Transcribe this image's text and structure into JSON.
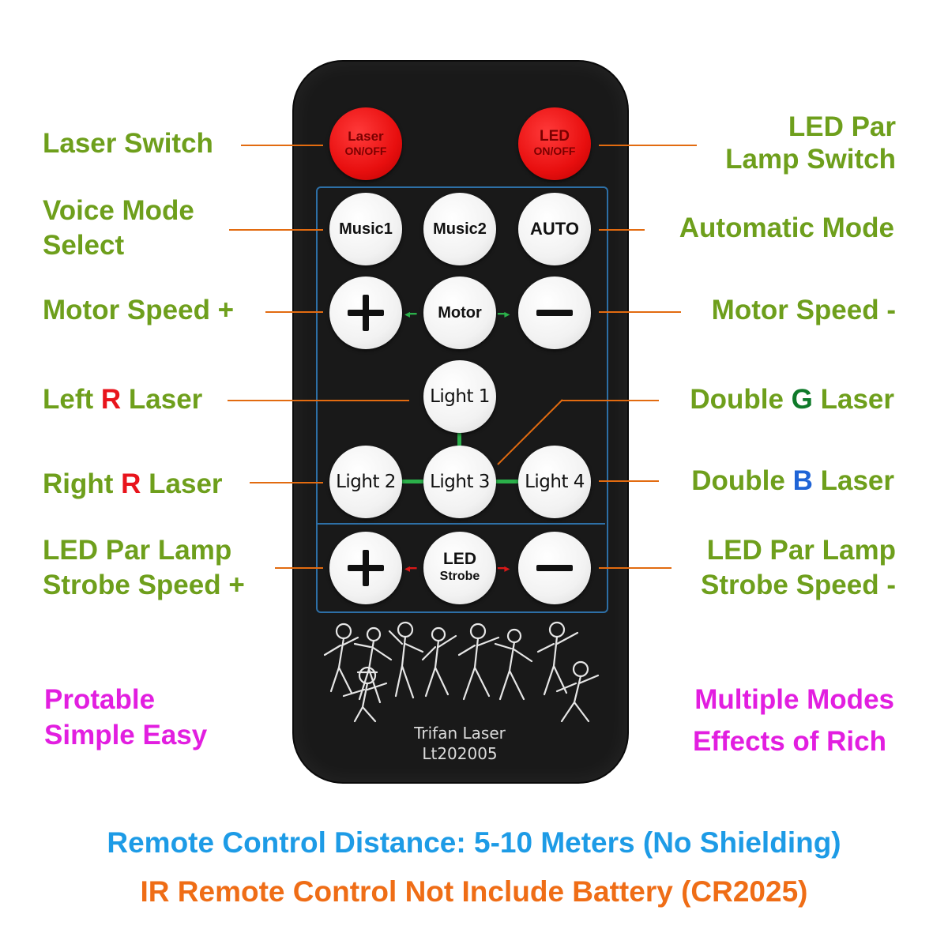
{
  "remote": {
    "buttons": {
      "laser_top": "Laser",
      "laser_bottom": "ON/OFF",
      "led_top": "LED",
      "led_bottom": "ON/OFF",
      "music1": "Music1",
      "music2": "Music2",
      "auto": "AUTO",
      "motor": "Motor",
      "light1": "Light 1",
      "light2": "Light 2",
      "light3": "Light 3",
      "light4": "Light 4",
      "led_strobe_top": "LED",
      "led_strobe_bottom": "Strobe"
    },
    "brand_line1": "Trifan Laser",
    "brand_line2": "Lt202005"
  },
  "labels": {
    "laser_switch": "Laser Switch",
    "led_par_lamp_switch_1": "LED Par",
    "led_par_lamp_switch_2": "Lamp Switch",
    "voice_mode_1": "Voice Mode",
    "voice_mode_2": "Select",
    "automatic_mode": "Automatic Mode",
    "motor_speed_plus": "Motor Speed +",
    "motor_speed_minus": "Motor Speed -",
    "left_r_laser_a": "Left ",
    "left_r_laser_b": "R",
    "left_r_laser_c": " Laser",
    "double_g_laser_a": "Double ",
    "double_g_laser_b": "G",
    "double_g_laser_c": " Laser",
    "right_r_laser_a": "Right ",
    "right_r_laser_b": "R",
    "right_r_laser_c": " Laser",
    "double_b_laser_a": "Double ",
    "double_b_laser_b": "B",
    "double_b_laser_c": " Laser",
    "strobe_plus_1": "LED Par Lamp",
    "strobe_plus_2": "Strobe Speed +",
    "strobe_minus_1": "LED Par Lamp",
    "strobe_minus_2": "Strobe Speed -",
    "protable_1": "Protable",
    "protable_2": "Simple Easy",
    "multiple_1": "Multiple Modes",
    "multiple_2": "Effects of Rich"
  },
  "footer": {
    "distance": "Remote Control Distance: 5-10 Meters (No Shielding)",
    "battery": "IR Remote Control Not Include Battery (CR2025)"
  },
  "colors": {
    "label_green": "#6e9f1c",
    "magenta": "#e21ee0",
    "footer_blue": "#1d9be6",
    "footer_orange": "#ef6d16",
    "leader_orange": "#e26b10",
    "button_red": "#e80f0f",
    "panel_blue": "#2d6fa6"
  }
}
